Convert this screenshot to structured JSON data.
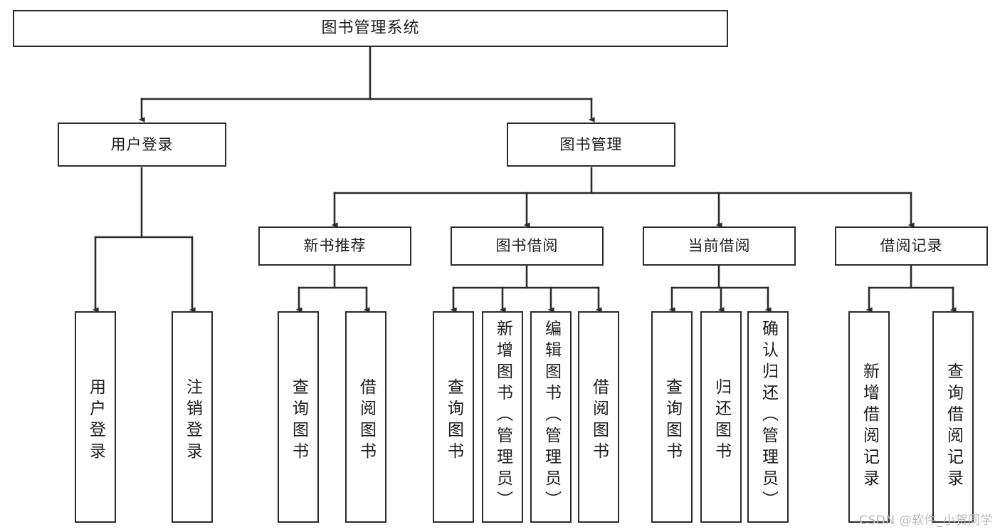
{
  "diagram": {
    "title": "图书管理系统",
    "watermark": "CSDN @软件_小贺同学",
    "colors": {
      "box_border": "#2b2b2b",
      "box_fill": "#ffffff",
      "line": "#2b2b2b",
      "text": "#1d1d1d",
      "watermark": "#b9b9b9",
      "background": "#ffffff"
    },
    "root": {
      "label": "图书管理系统"
    },
    "level1": [
      {
        "label": "用户登录"
      },
      {
        "label": "图书管理"
      }
    ],
    "level2": [
      {
        "label": "新书推荐"
      },
      {
        "label": "图书借阅"
      },
      {
        "label": "当前借阅"
      },
      {
        "label": "借阅记录"
      }
    ],
    "leaves": {
      "user_login": [
        {
          "label": "用户登录"
        },
        {
          "label": "注销登录"
        }
      ],
      "new_book": [
        {
          "label": "查询图书"
        },
        {
          "label": "借阅图书"
        }
      ],
      "book_borrow": [
        {
          "label": "查询图书"
        },
        {
          "label": "新增图书（管理员）"
        },
        {
          "label": "编辑图书（管理员）"
        },
        {
          "label": "借阅图书"
        }
      ],
      "current_borrow": [
        {
          "label": "查询图书"
        },
        {
          "label": "归还图书"
        },
        {
          "label": "确认归还（管理员）"
        }
      ],
      "borrow_record": [
        {
          "label": "新增借阅记录"
        },
        {
          "label": "查询借阅记录"
        }
      ]
    }
  }
}
